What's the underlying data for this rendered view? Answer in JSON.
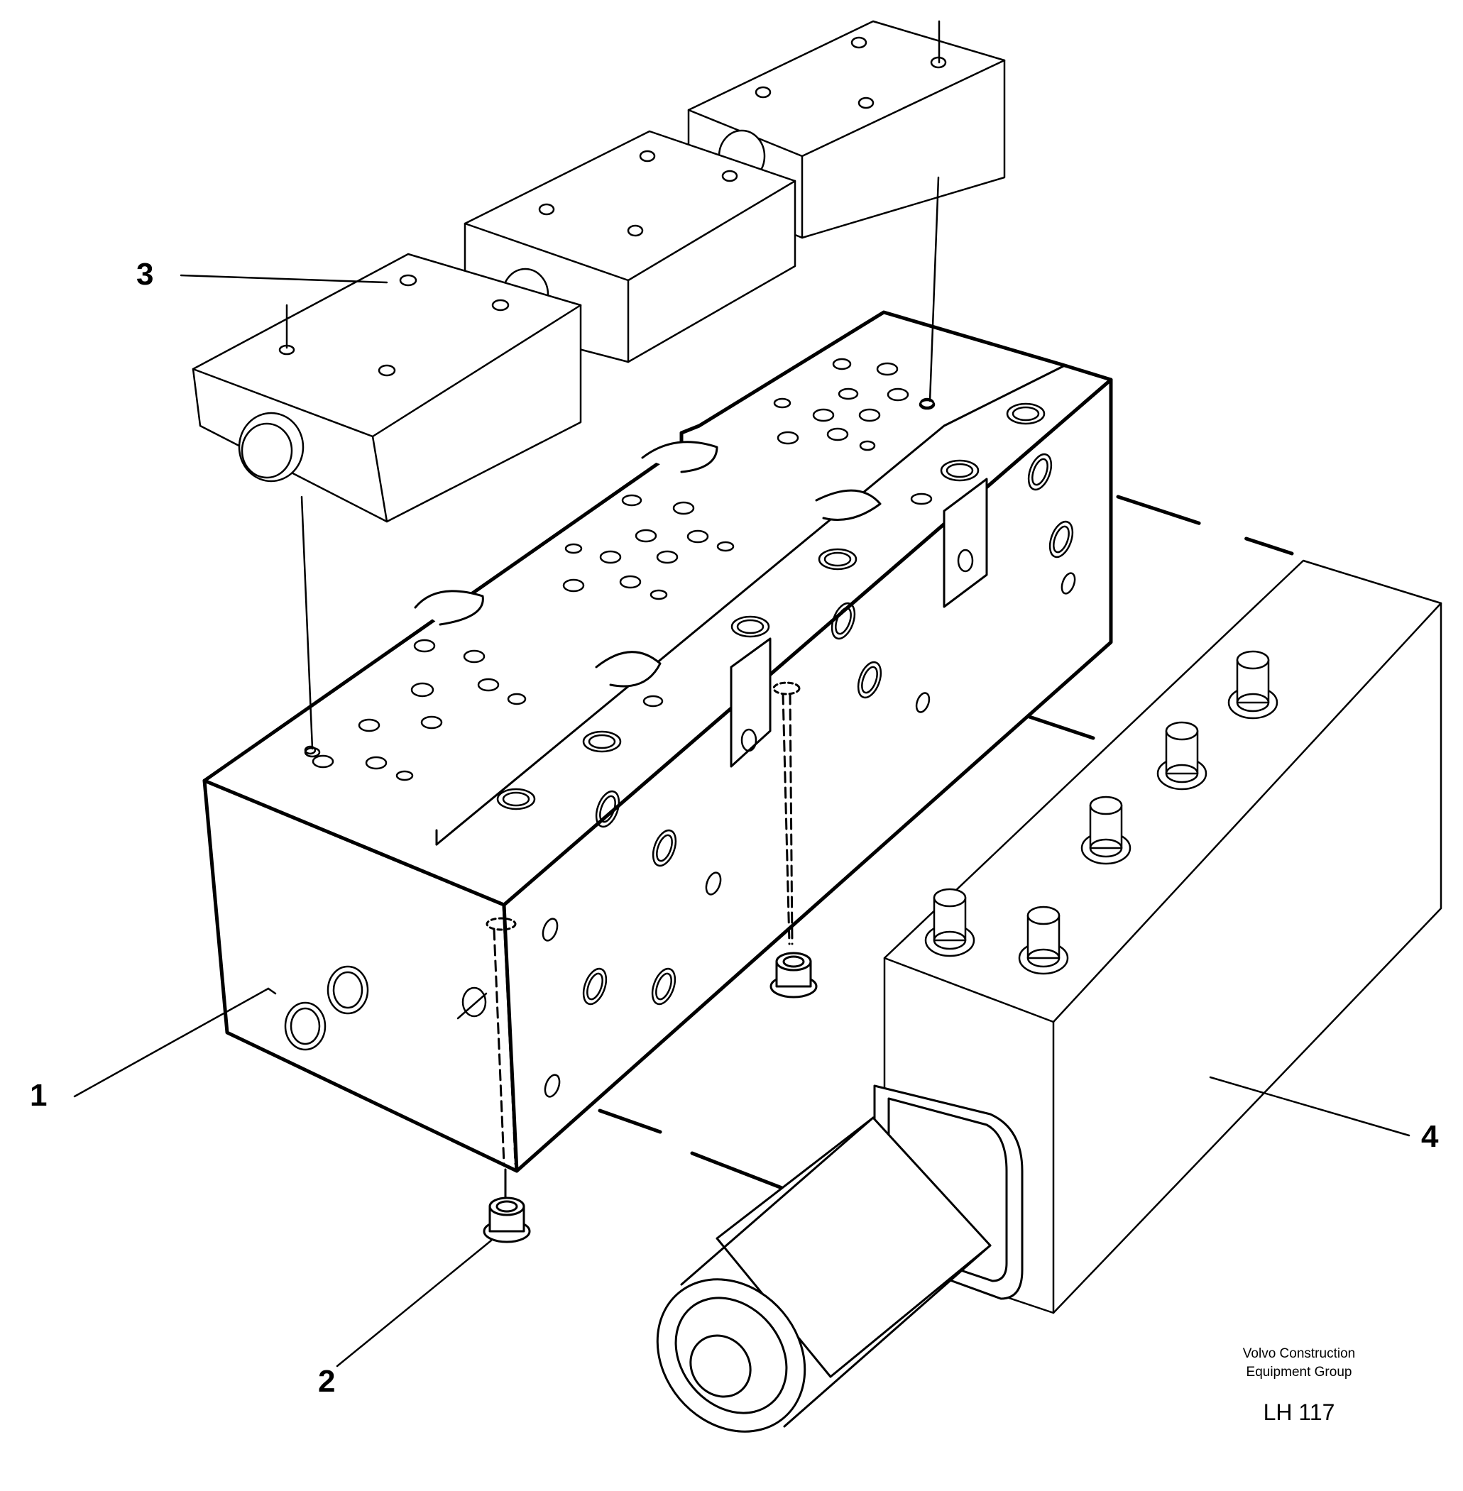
{
  "callouts": [
    {
      "id": "1",
      "label": "1"
    },
    {
      "id": "2",
      "label": "2"
    },
    {
      "id": "3",
      "label": "3"
    },
    {
      "id": "4",
      "label": "4"
    }
  ],
  "credit": {
    "line1": "Volvo Construction",
    "line2": "Equipment Group",
    "code": "LH 117"
  },
  "colors": {
    "ink": "#000000",
    "paper": "#ffffff"
  }
}
